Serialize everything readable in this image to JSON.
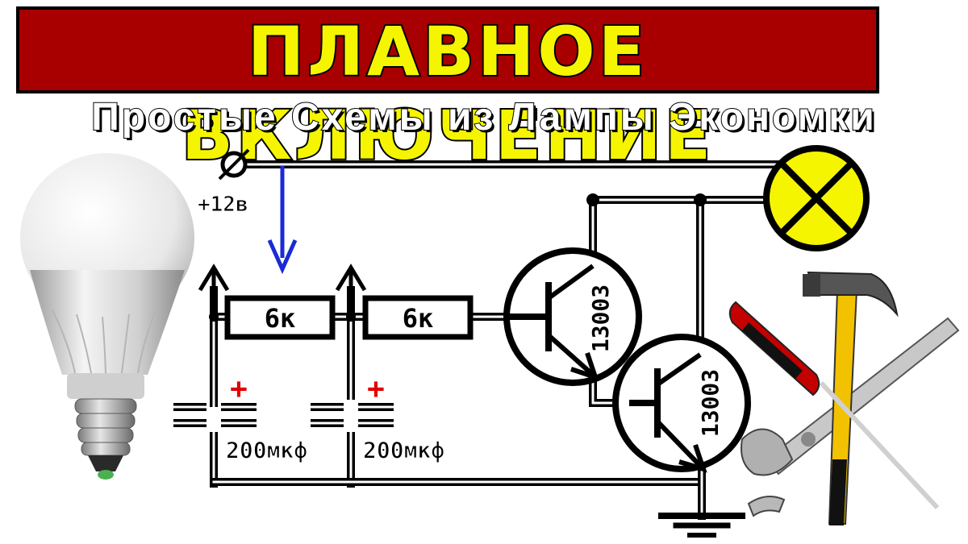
{
  "title": "ПЛАВНОЕ ВКЛЮЧЕНИЕ",
  "subtitle": "Простые Схемы из Лампы Экономки",
  "schematic": {
    "supply_label": "+12в",
    "resistor_1": "6к",
    "resistor_2": "6к",
    "capacitor_1_plus": "+",
    "capacitor_2_plus": "+",
    "capacitor_1_value": "200мкф",
    "capacitor_2_value": "200мкф",
    "transistor_1": "13003",
    "transistor_2": "13003"
  },
  "colors": {
    "title_fill": "#f5f500",
    "title_background": "#a80000",
    "wire": "#000000",
    "arrow": "#1a2ad6",
    "plus_sign": "#e00000",
    "lamp_fill": "#f5f500"
  },
  "icons": [
    "led-bulb-icon",
    "screwdriver-icon",
    "hammer-icon",
    "adjustable-wrench-icon"
  ]
}
